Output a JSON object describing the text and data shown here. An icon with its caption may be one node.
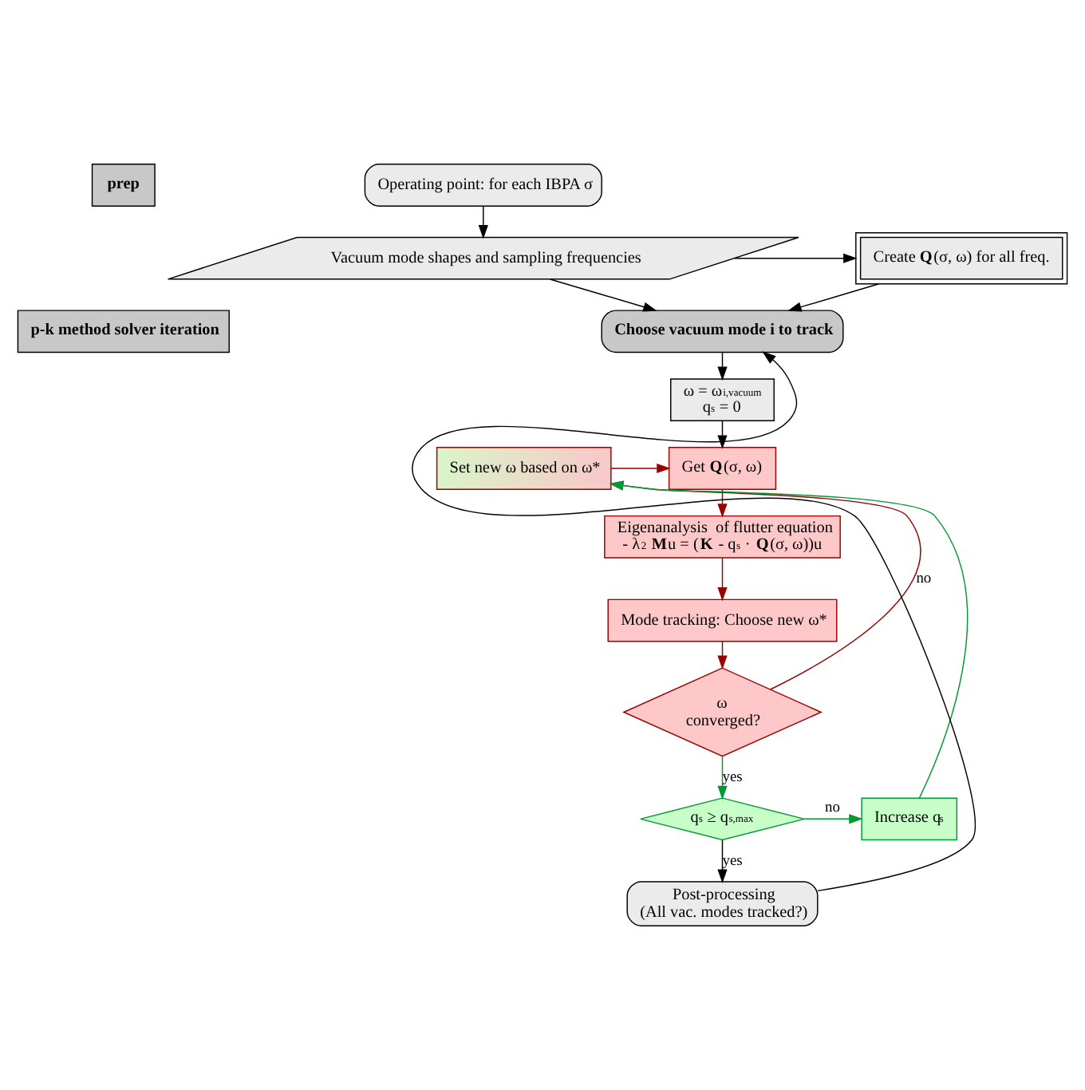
{
  "diagram": {
    "nodes": [
      {
        "text": [
          "prep"
        ]
      },
      {
        "text": [
          "Operating point: for each IBPA σ"
        ]
      },
      {
        "text": [
          "Vacuum mode shapes and sampling frequencies"
        ]
      },
      {
        "text": [
          "Create **Q**(σ, ω) for all freq."
        ]
      },
      {
        "text": [
          "p-k method solver iteration"
        ]
      },
      {
        "text": [
          "Choose vacuum mode i to track"
        ]
      },
      {
        "text": [
          "ω = ω$_{i,vacuum}$",
          "q$_{s}$ = 0"
        ]
      },
      {
        "text": [
          "Set new ω based on ω*"
        ]
      },
      {
        "text": [
          "Get **Q**(σ, ω)"
        ]
      },
      {
        "text": [
          "Eigenanalysis  of flutter equation",
          "- λ$^{2}$ **M**u = (**K** - q$_{s}$ · **Q**(σ, ω))u"
        ]
      },
      {
        "text": [
          "Mode tracking: Choose new ω*"
        ]
      },
      {
        "text": [
          "ω",
          "converged?"
        ]
      },
      {
        "text": [
          "Increase q$_{s}$"
        ]
      },
      {
        "text": [
          "q$_{s}$ ≥ q$_{s,max}$"
        ]
      },
      {
        "text": [
          "Post-processing",
          "(All vac. modes tracked?)"
        ]
      }
    ],
    "edges": [
      {
        "from": 1,
        "to": 2,
        "arrow": "to"
      },
      {
        "from": 2,
        "to": 3,
        "arrow": "to"
      },
      {
        "from": 2,
        "to": 5,
        "arrow": "to"
      },
      {
        "from": 3,
        "to": 5,
        "arrow": "to"
      },
      {
        "from": 5,
        "to": 6,
        "arrow": "to"
      },
      {
        "from": 6,
        "to": 8,
        "arrow": "to"
      },
      {
        "from": 7,
        "to": 8,
        "arrow": "to",
        "color": "#990000"
      },
      {
        "from": 8,
        "to": 9,
        "arrow": "to",
        "color": "#990000"
      },
      {
        "from": 9,
        "to": 10,
        "arrow": "to",
        "color": "#990000"
      },
      {
        "from": 10,
        "to": 11,
        "arrow": "to",
        "color": "#990000"
      },
      {
        "from": 11,
        "to": 7,
        "arrow": "to",
        "label": "no",
        "color": "#990000"
      },
      {
        "from": 11,
        "to": 13,
        "arrow": "to",
        "label": "yes",
        "color": "#009933"
      },
      {
        "from": 13,
        "to": 12,
        "arrow": "to",
        "label": "no",
        "color": "#009933"
      },
      {
        "from": 12,
        "to": 7,
        "arrow": "to",
        "color": "#009933"
      },
      {
        "from": 13,
        "to": 14,
        "arrow": "to",
        "label": "yes"
      },
      {
        "from": 14,
        "to": 5,
        "arrow": "to"
      }
    ]
  }
}
